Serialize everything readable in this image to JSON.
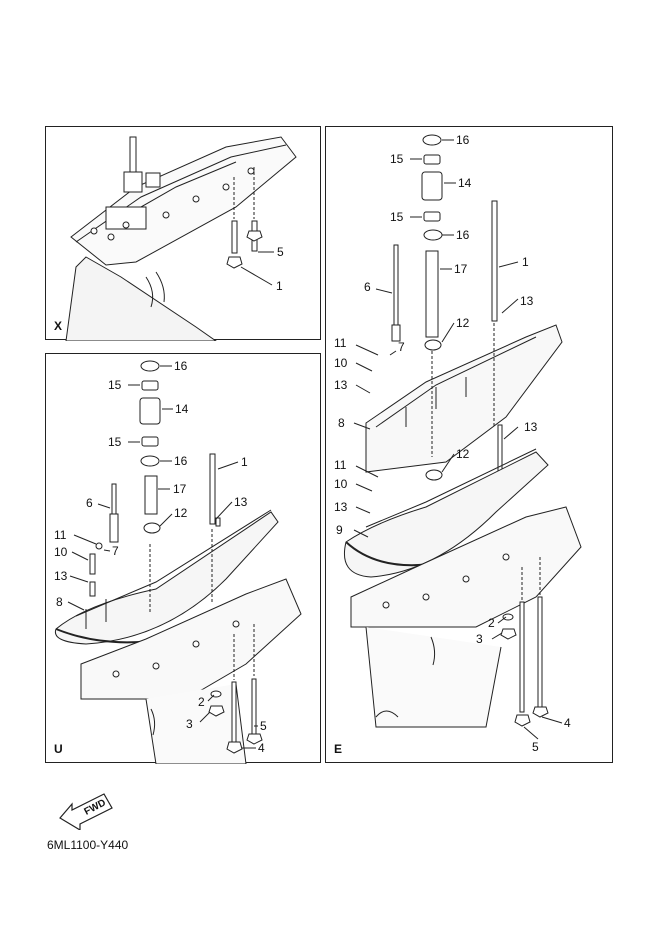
{
  "panels": {
    "x": {
      "tag": "X"
    },
    "u": {
      "tag": "U"
    },
    "e": {
      "tag": "E"
    }
  },
  "callouts_x": [
    "5",
    "1"
  ],
  "callouts_u": [
    "16",
    "15",
    "14",
    "15",
    "16",
    "1",
    "17",
    "6",
    "13",
    "12",
    "11",
    "7",
    "10",
    "13",
    "8",
    "2",
    "3",
    "5",
    "4"
  ],
  "callouts_e": [
    "16",
    "15",
    "14",
    "15",
    "16",
    "1",
    "17",
    "6",
    "13",
    "12",
    "11",
    "7",
    "10",
    "13",
    "8",
    "13",
    "12",
    "11",
    "10",
    "13",
    "9",
    "2",
    "3",
    "4",
    "5"
  ],
  "fwd_label": "FWD",
  "part_code": "6ML1100-Y440"
}
